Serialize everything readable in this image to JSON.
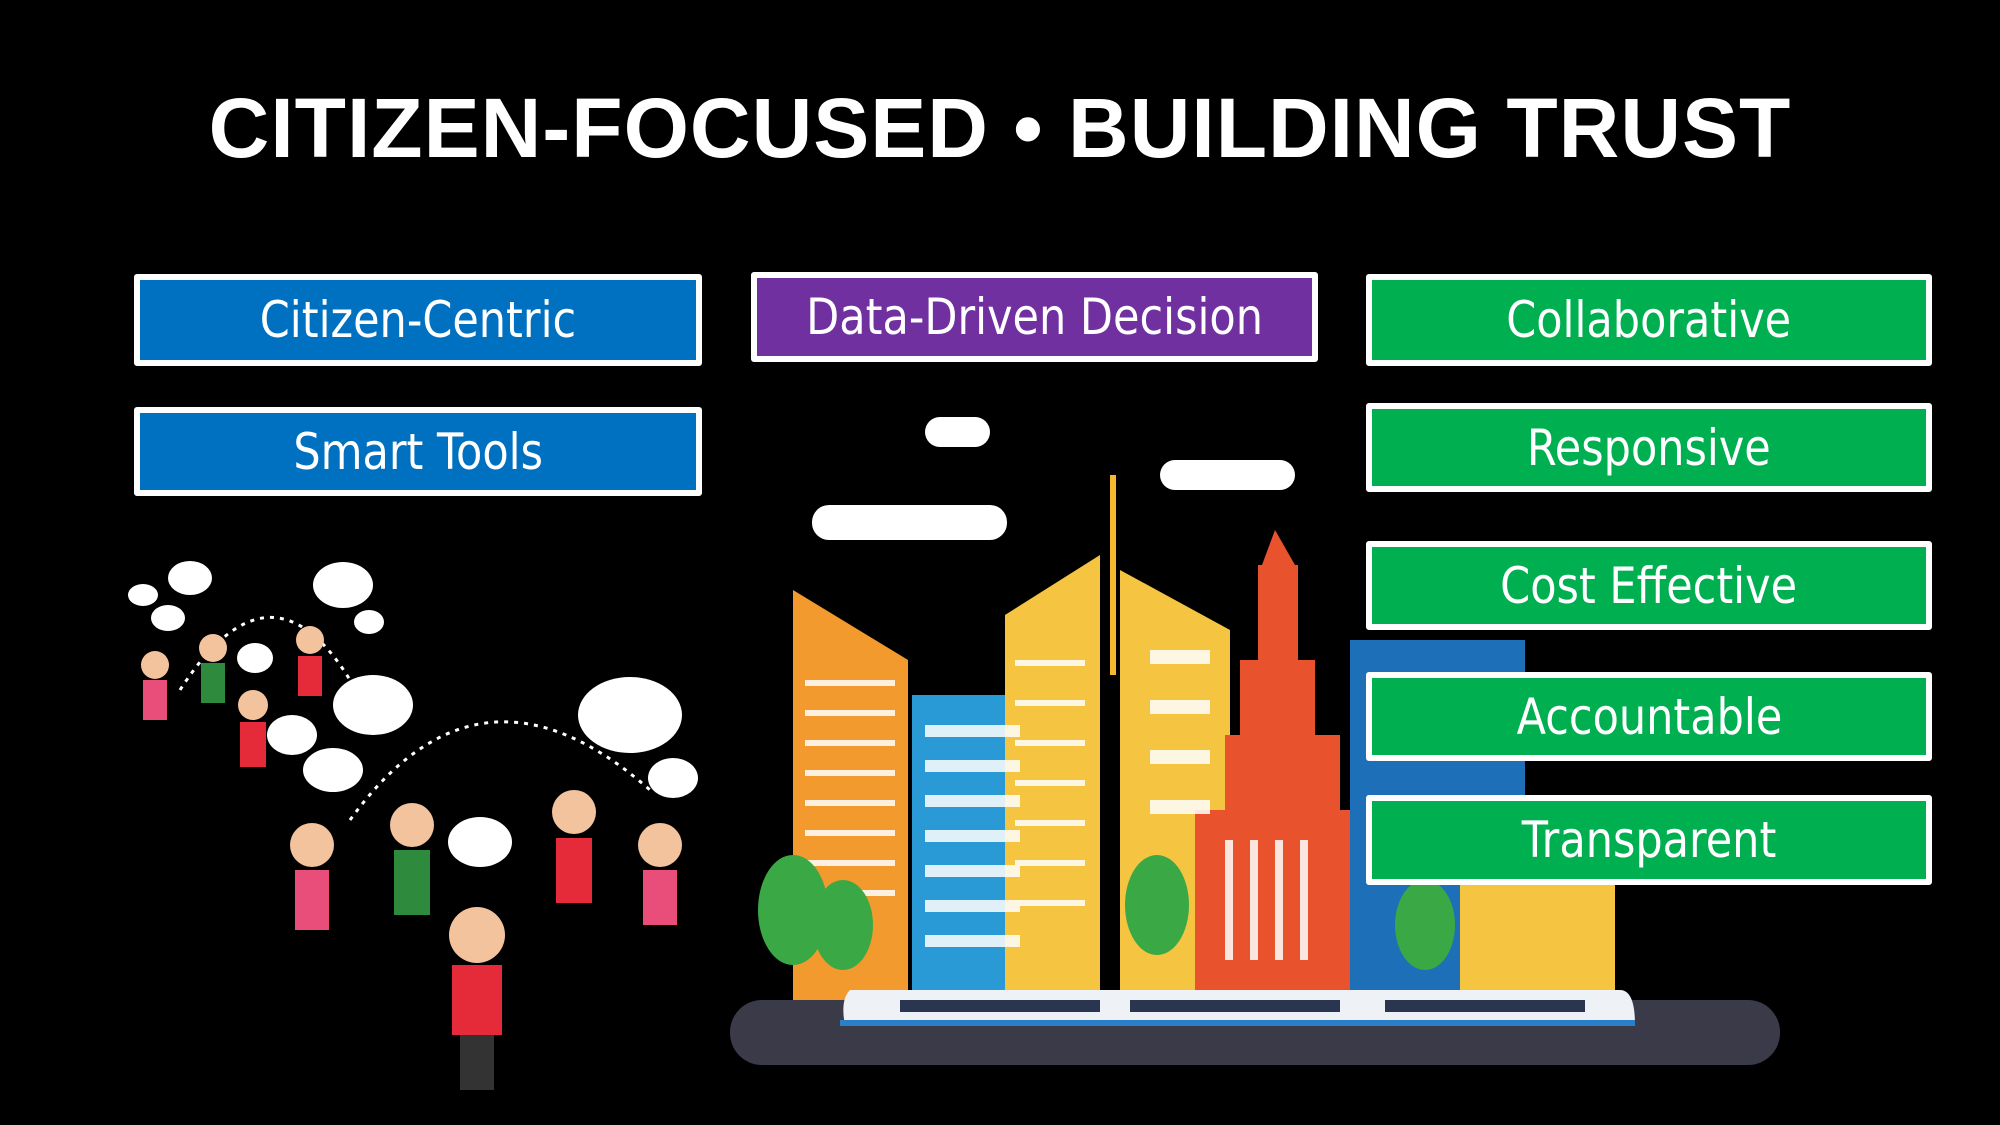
{
  "title": "CITIZEN-FOCUSED • BUILDING TRUST",
  "left_tags": [
    "Citizen-Centric",
    "Smart Tools"
  ],
  "center_tag": "Data-Driven Decision",
  "right_tags": [
    "Collaborative",
    "Responsive",
    "Cost Effective",
    "Accountable",
    "Transparent"
  ],
  "colors": {
    "blue": "#0070C0",
    "purple": "#7030A0",
    "green": "#00B050"
  }
}
